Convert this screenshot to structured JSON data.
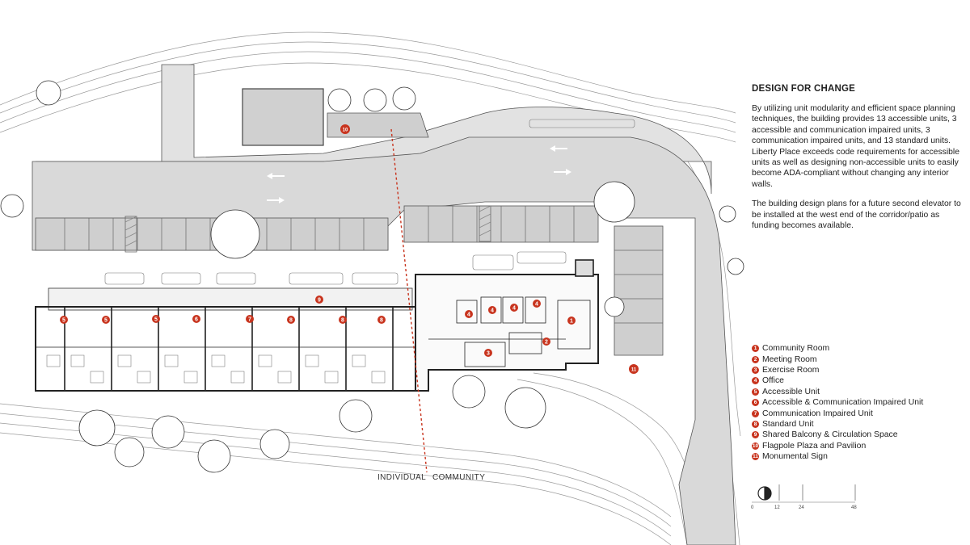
{
  "heading": "DESIGN FOR CHANGE",
  "paragraphs": [
    "By utilizing unit modularity and efficient space planning techniques, the building provides 13 accessible units, 3 accessible and communication impaired units, 3 communication impaired units, and 13 standard units. Liberty Place exceeds code requirements for accessible units as well as designing non-accessible units to easily become ADA-compliant without changing any interior walls.",
    "The building design plans for a future second elevator to be installed at the west end of the corridor/patio as funding becomes available."
  ],
  "legend": [
    {
      "num": "1",
      "label": "Community Room"
    },
    {
      "num": "2",
      "label": "Meeting Room"
    },
    {
      "num": "3",
      "label": "Exercise Room"
    },
    {
      "num": "4",
      "label": "Office"
    },
    {
      "num": "5",
      "label": "Accessible Unit"
    },
    {
      "num": "6",
      "label": "Accessible & Communication Impaired Unit"
    },
    {
      "num": "7",
      "label": "Communication Impaired Unit"
    },
    {
      "num": "8",
      "label": "Standard Unit"
    },
    {
      "num": "9",
      "label": "Shared Balcony & Circulation Space"
    },
    {
      "num": "10",
      "label": "Flagpole Plaza and Pavilion"
    },
    {
      "num": "11",
      "label": "Monumental Sign"
    }
  ],
  "map_labels": {
    "individual": "INDIVIDUAL",
    "community": "COMMUNITY"
  },
  "plan_markers": [
    "5",
    "5",
    "5",
    "6",
    "7",
    "8",
    "8",
    "8",
    "9",
    "4",
    "4",
    "4",
    "4",
    "1",
    "2",
    "3",
    "10",
    "11"
  ],
  "scale": [
    "0",
    "12",
    "24",
    "48"
  ],
  "colors": {
    "accent": "#c8341e",
    "paving": "#d9d9d9",
    "line": "#333333",
    "divider": "#c8341e"
  }
}
